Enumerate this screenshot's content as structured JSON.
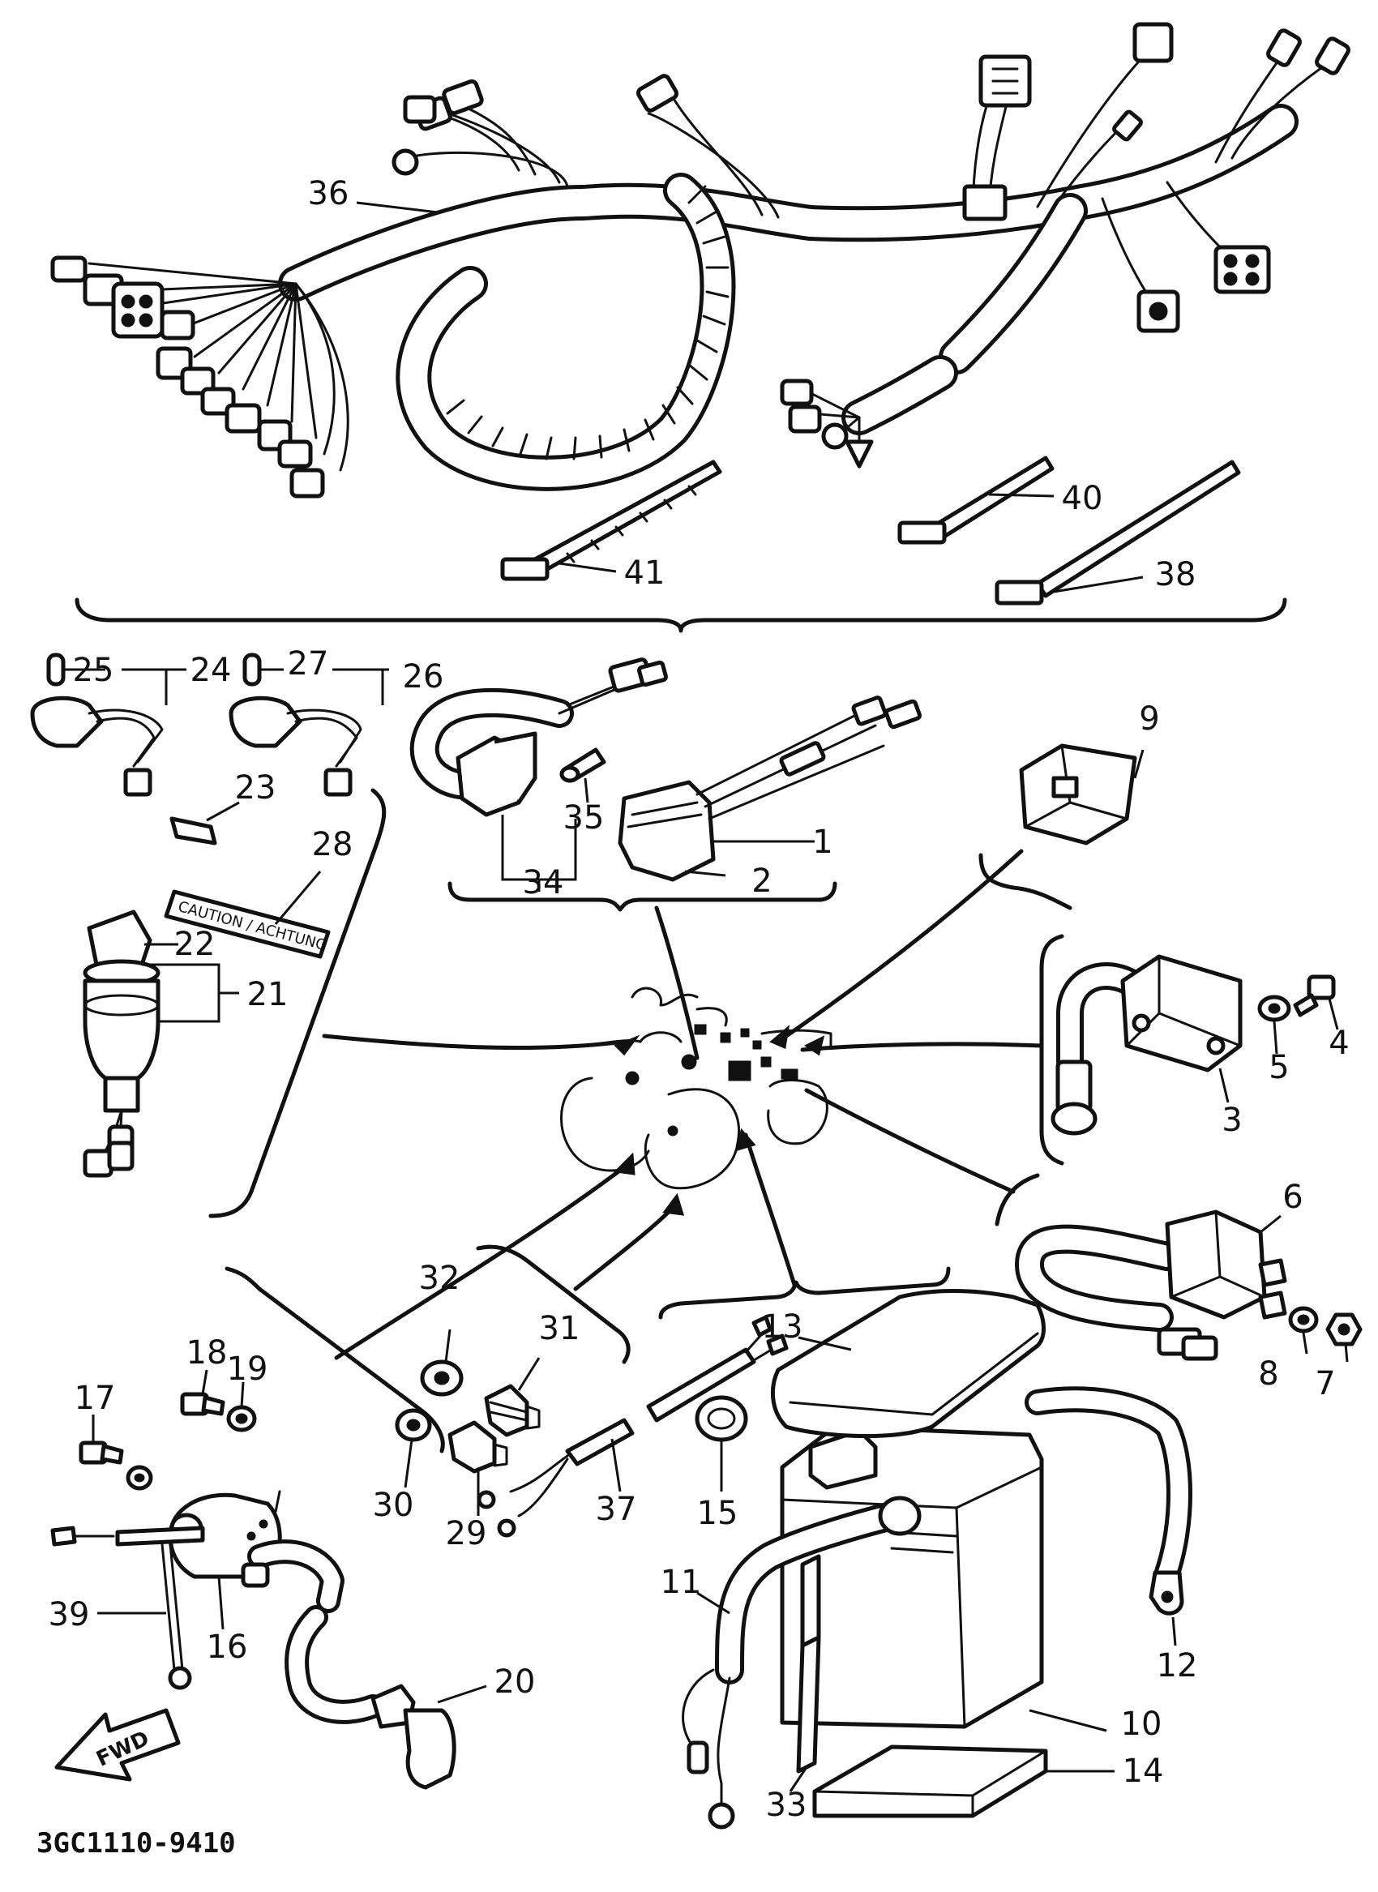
{
  "diagram": {
    "drawing_code": "3GC1110-9410",
    "direction_arrow": "FWD",
    "label_28": "CAUTION / ACHTUNG",
    "callouts": [
      {
        "id": "c36",
        "text": "36"
      },
      {
        "id": "c41",
        "text": "41"
      },
      {
        "id": "c40",
        "text": "40"
      },
      {
        "id": "c38",
        "text": "38"
      },
      {
        "id": "c25",
        "text": "25"
      },
      {
        "id": "c24",
        "text": "24"
      },
      {
        "id": "c27",
        "text": "27"
      },
      {
        "id": "c26",
        "text": "26"
      },
      {
        "id": "c23",
        "text": "23"
      },
      {
        "id": "c28",
        "text": "28"
      },
      {
        "id": "c22",
        "text": "22"
      },
      {
        "id": "c21",
        "text": "21"
      },
      {
        "id": "c35",
        "text": "35"
      },
      {
        "id": "c34",
        "text": "34"
      },
      {
        "id": "c1",
        "text": "1"
      },
      {
        "id": "c2",
        "text": "2"
      },
      {
        "id": "c9",
        "text": "9"
      },
      {
        "id": "c5",
        "text": "5"
      },
      {
        "id": "c4",
        "text": "4"
      },
      {
        "id": "c3",
        "text": "3"
      },
      {
        "id": "c6",
        "text": "6"
      },
      {
        "id": "c8",
        "text": "8"
      },
      {
        "id": "c7",
        "text": "7"
      },
      {
        "id": "c32",
        "text": "32"
      },
      {
        "id": "c31",
        "text": "31"
      },
      {
        "id": "c30",
        "text": "30"
      },
      {
        "id": "c29",
        "text": "29"
      },
      {
        "id": "c37",
        "text": "37"
      },
      {
        "id": "c13",
        "text": "13"
      },
      {
        "id": "c15",
        "text": "15"
      },
      {
        "id": "c18",
        "text": "18"
      },
      {
        "id": "c19",
        "text": "19"
      },
      {
        "id": "c17",
        "text": "17"
      },
      {
        "id": "c39",
        "text": "39"
      },
      {
        "id": "c16",
        "text": "16"
      },
      {
        "id": "c20",
        "text": "20"
      },
      {
        "id": "c11",
        "text": "11"
      },
      {
        "id": "c12",
        "text": "12"
      },
      {
        "id": "c10",
        "text": "10"
      },
      {
        "id": "c33",
        "text": "33"
      },
      {
        "id": "c14",
        "text": "14"
      }
    ]
  }
}
